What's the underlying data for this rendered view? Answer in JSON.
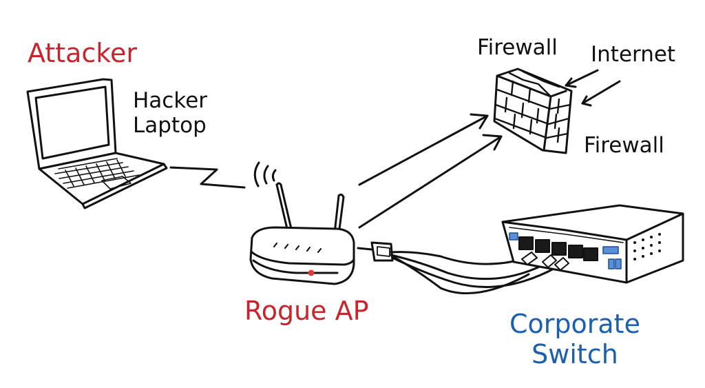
{
  "nodes": {
    "attacker": {
      "role_label": "Attacker",
      "device_label_line1": "Hacker",
      "device_label_line2": "Laptop"
    },
    "rogue_ap": {
      "label": "Rogue AP"
    },
    "firewall": {
      "label_top": "Firewall",
      "label_right": "Firewall"
    },
    "internet": {
      "label": "Internet"
    },
    "corporate_switch": {
      "label_line1": "Corporate",
      "label_line2": "Switch"
    }
  },
  "colors": {
    "attacker_text": "#c7252b",
    "rogue_text": "#c7252b",
    "switch_text": "#1b5fae",
    "ink": "#111111",
    "switch_blue": "#5b8fd6"
  },
  "icons": [
    "laptop-icon",
    "wifi-signal-icon",
    "router-icon",
    "brick-firewall-icon",
    "network-switch-icon",
    "ethernet-cable-icon"
  ]
}
